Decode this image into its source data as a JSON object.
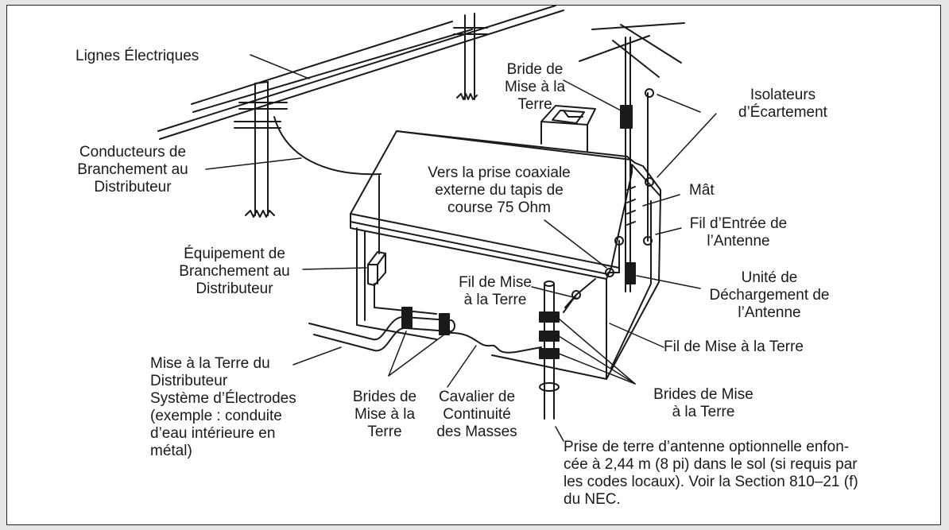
{
  "colors": {
    "ink": "#1a1a1a",
    "background": "#e6e6e6",
    "panel": "#ffffff"
  },
  "labels": {
    "power_lines": "Lignes Électriques",
    "service_conductors": "Conducteurs de\nBranchement au\nDistributeur",
    "service_equipment": "Équipement de\nBranchement au\nDistributeur",
    "power_service_grounding": "Mise à la Terre du\nDistributeur\nSystème d’Électrodes\n(exemple : conduite\nd’eau intérieure en\nmétal)",
    "ground_clamps_left": "Brides de\nMise à la\nTerre",
    "bonding_jumper": "Cavalier de\nContinuité\ndes Masses",
    "ground_clamp_top": "Bride de\nMise à la\nTerre",
    "standoff_insulators": "Isolateurs\nd’Écartement",
    "coax_note": "Vers la prise coaxiale\nexterne du tapis de\ncourse 75 Ohm",
    "mast": "Mât",
    "lead_in_wire": "Fil d’Entrée de\nl’Antenne",
    "discharge_unit": "Unité de\nDéchargement de\nl’Antenne",
    "ground_wire_small": "Fil de Mise\nà la Terre",
    "ground_wire_right": "Fil de Mise à la Terre",
    "ground_clamps_right": "Brides de Mise\nà la Terre",
    "ground_rod_note": "Prise de terre d’antenne optionnelle enfon-\ncée à 2,44 m (8 pi) dans le sol (si requis par\nles codes locaux). Voir la Section 810–21 (f)\ndu NEC."
  }
}
